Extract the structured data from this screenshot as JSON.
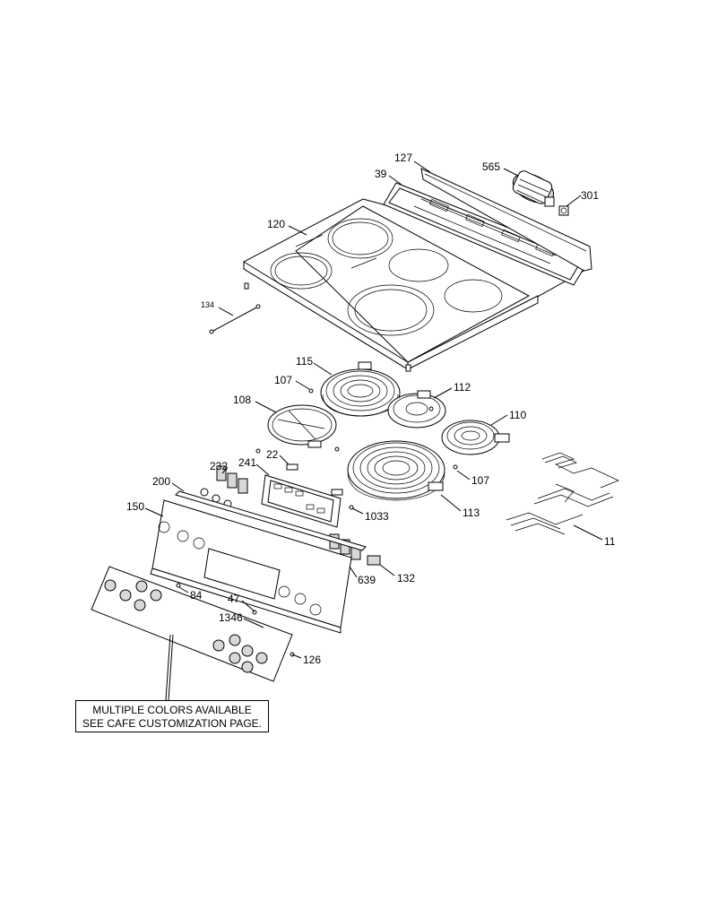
{
  "callouts": [
    {
      "id": "c127",
      "label": "127"
    },
    {
      "id": "c565",
      "label": "565"
    },
    {
      "id": "c39",
      "label": "39"
    },
    {
      "id": "c301",
      "label": "301"
    },
    {
      "id": "c120",
      "label": "120"
    },
    {
      "id": "c134",
      "label": "134"
    },
    {
      "id": "c115",
      "label": "115"
    },
    {
      "id": "c107a",
      "label": "107"
    },
    {
      "id": "c112",
      "label": "112"
    },
    {
      "id": "c108",
      "label": "108"
    },
    {
      "id": "c110",
      "label": "110"
    },
    {
      "id": "c22",
      "label": "22"
    },
    {
      "id": "c241",
      "label": "241"
    },
    {
      "id": "c232",
      "label": "232"
    },
    {
      "id": "c107b",
      "label": "107"
    },
    {
      "id": "c200",
      "label": "200"
    },
    {
      "id": "c1033",
      "label": "1033"
    },
    {
      "id": "c113",
      "label": "113"
    },
    {
      "id": "c150",
      "label": "150"
    },
    {
      "id": "c11",
      "label": "11"
    },
    {
      "id": "c132",
      "label": "132"
    },
    {
      "id": "c639",
      "label": "639"
    },
    {
      "id": "c84",
      "label": "84"
    },
    {
      "id": "c47",
      "label": "47"
    },
    {
      "id": "c1346",
      "label": "1346"
    },
    {
      "id": "c126",
      "label": "126"
    }
  ],
  "note": {
    "line1": "MULTIPLE COLORS AVAILABLE",
    "line2": "SEE CAFE CUSTOMIZATION PAGE."
  }
}
